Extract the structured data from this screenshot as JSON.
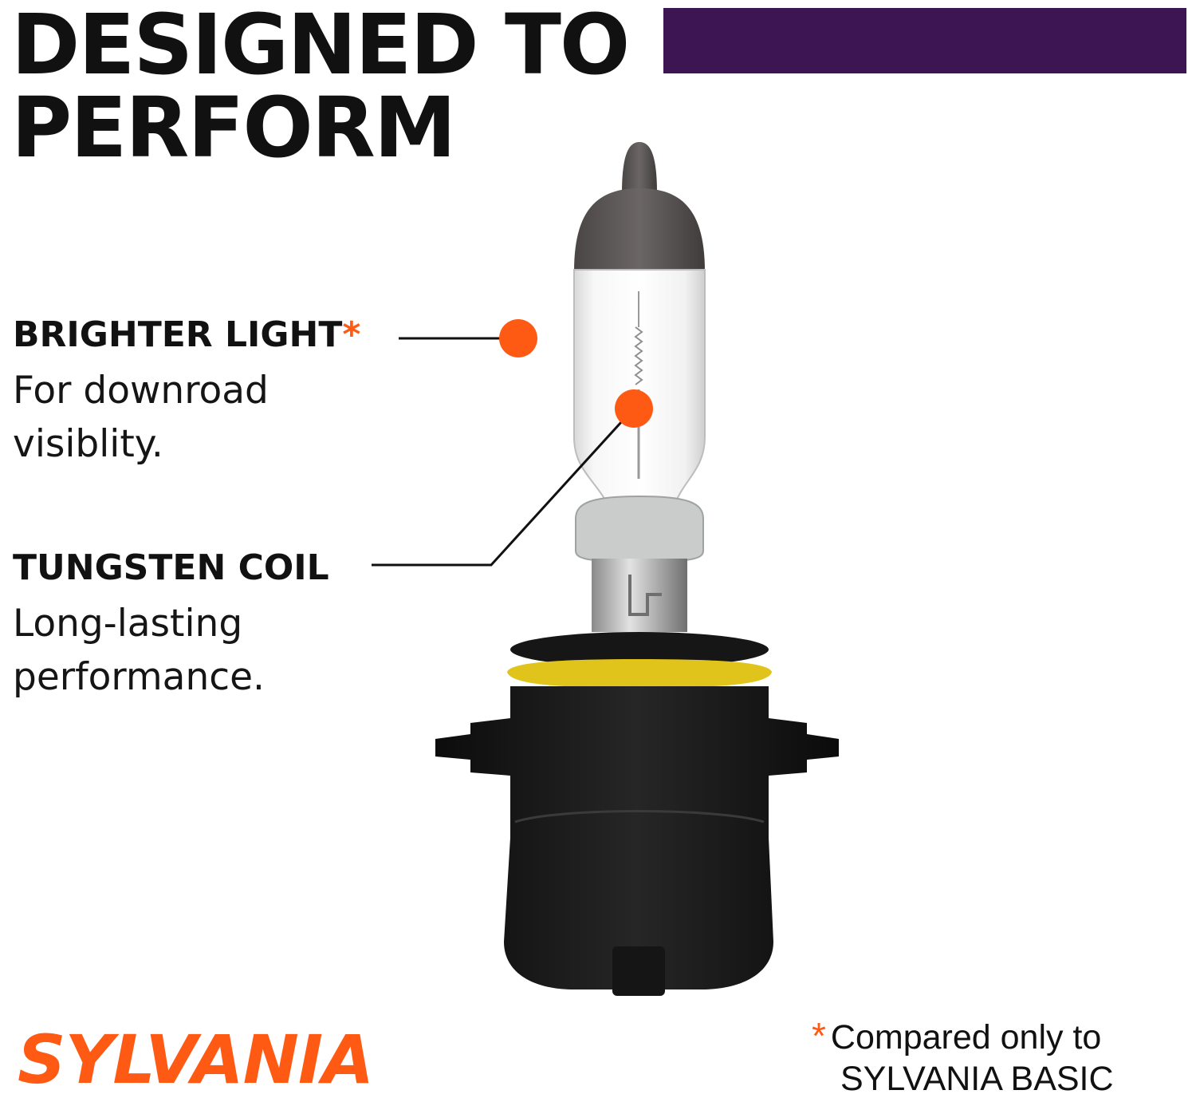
{
  "headline": {
    "line1": "DESIGNED TO",
    "line2": "PERFORM"
  },
  "colors": {
    "accent_bar": "#3d1553",
    "callout_dot": "#ff5a14",
    "asterisk": "#ff5a14",
    "brand": "#ff5a14",
    "text": "#111111"
  },
  "features": [
    {
      "title": "BRIGHTER LIGHT",
      "asterisk": "*",
      "description": "For downroad\nvisiblity."
    },
    {
      "title": "TUNGSTEN COIL",
      "description": "Long-lasting\nperformance."
    }
  ],
  "brand": {
    "name": "SYLVANIA"
  },
  "footnote": {
    "marker": "*",
    "line1": "Compared only to",
    "line2": "SYLVANIA BASIC"
  }
}
